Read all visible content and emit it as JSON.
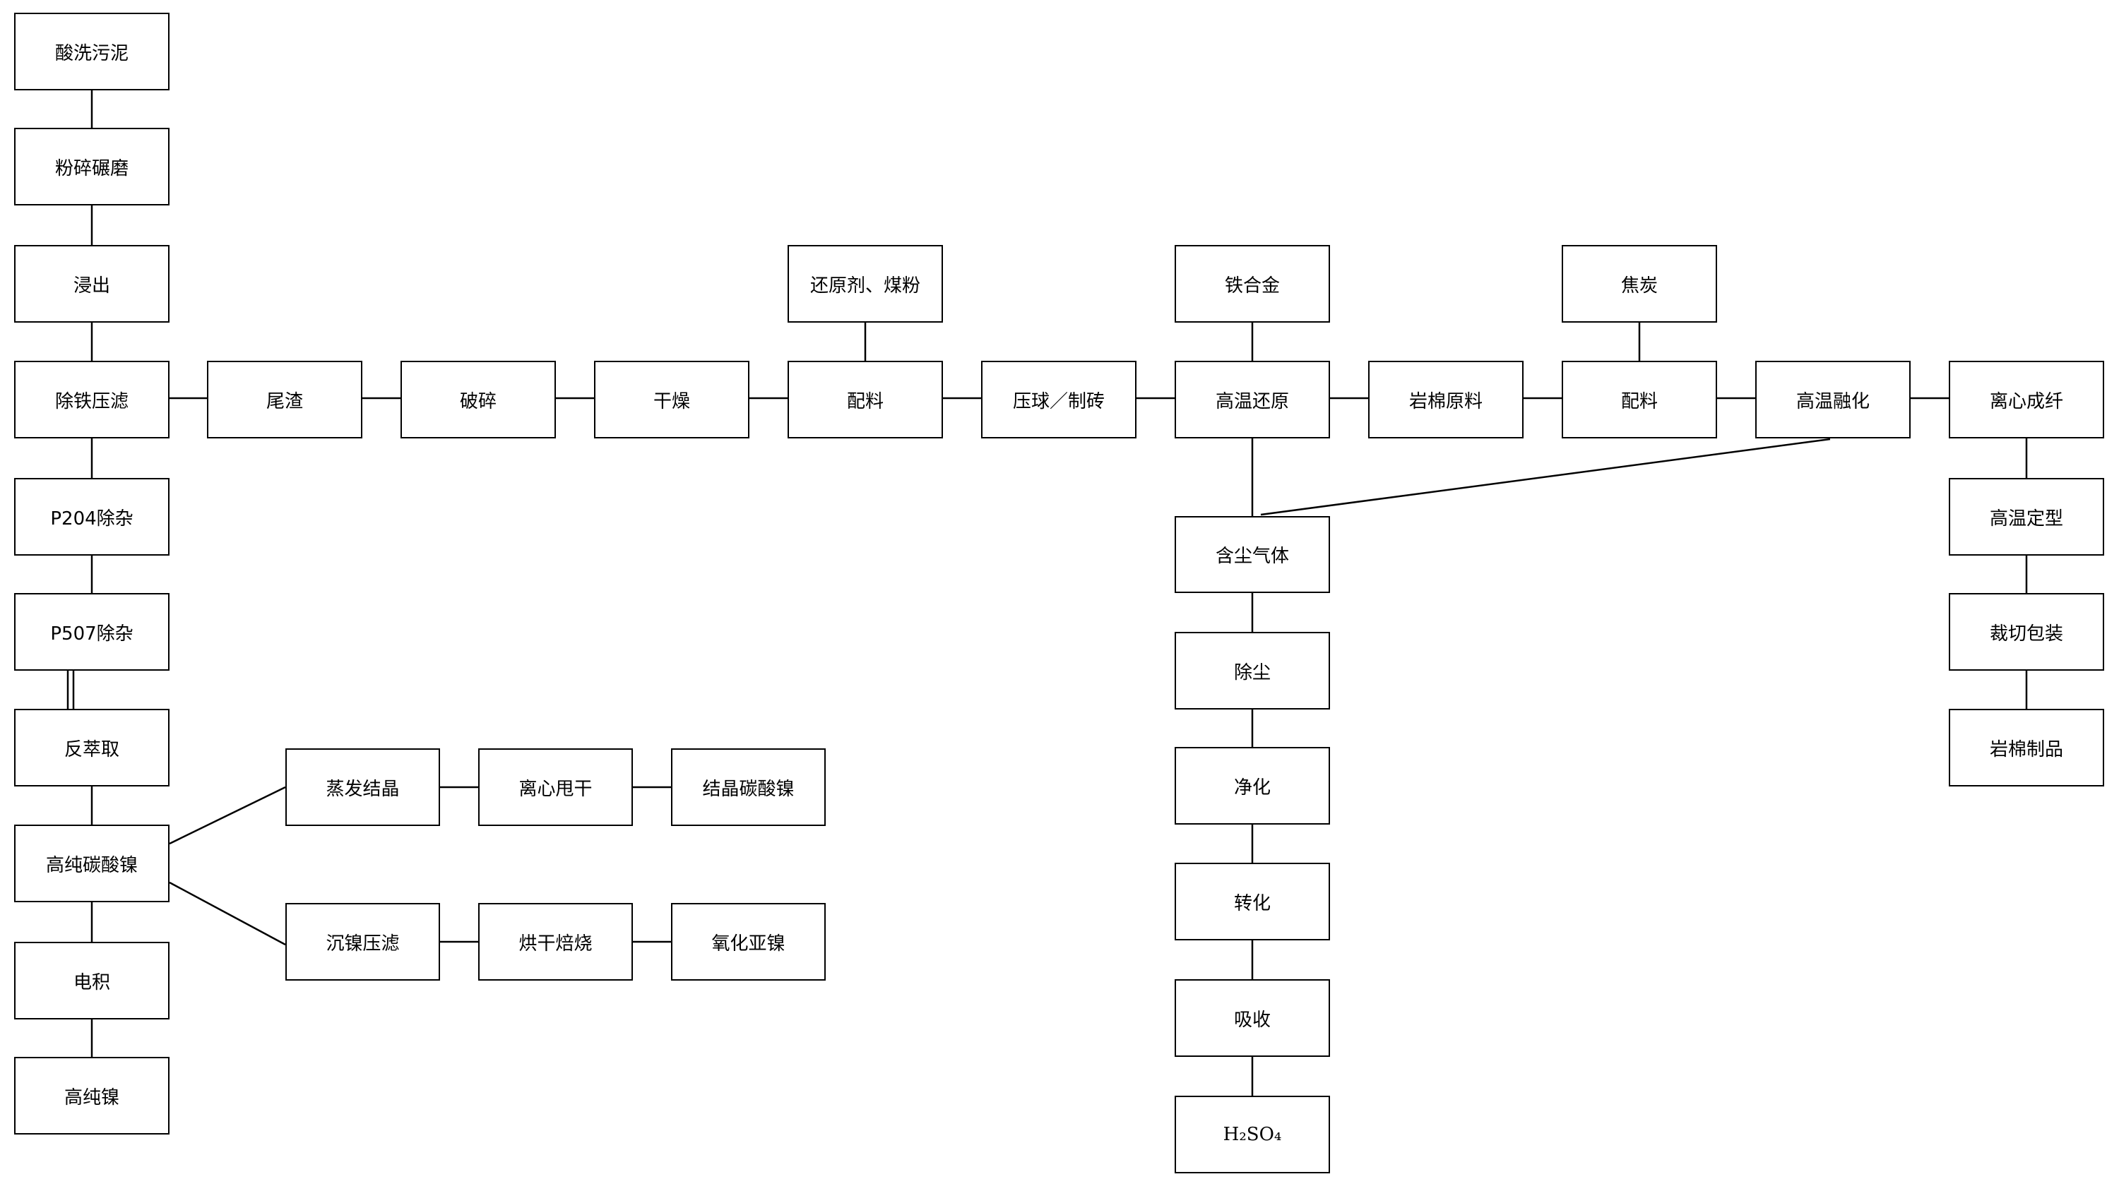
{
  "boxes": {
    "suanxi_wuni": "酸洗污泥",
    "fensui_qiumo": "粉碎碾磨",
    "jinchu": "浸出",
    "chutie_yalv": "除铁压滤",
    "p204": "P204除杂",
    "p507": "P507除杂",
    "fancuiqu": "反萃取",
    "gaochun_tansuannie": "高纯碳酸镍",
    "dianji": "电积",
    "gaochun_nie": "高纯镍",
    "zhengfa_jiejing": "蒸发结晶",
    "lixin_shuaigan": "离心甩干",
    "jiejing_tansuannie": "结晶碳酸镍",
    "chennie_yalv": "沉镍压滤",
    "honggan_beishao": "烘干焙烧",
    "yanghua_yanie": "氧化亚镍",
    "weizha": "尾渣",
    "posui": "破碎",
    "ganzao": "干燥",
    "huanyuanji_meifen": "还原剂、煤粉",
    "peiliao_1": "配料",
    "yaqiu_zhizhuan": "压球／制砖",
    "tiehejin": "铁合金",
    "gaowen_huanyuan": "高温还原",
    "hanchen_qiti": "含尘气体",
    "chuchen": "除尘",
    "jinghua": "净化",
    "zhuanhua": "转化",
    "xishou": "吸收",
    "h2so4": "H₂SO₄",
    "yanmian_yuanliao": "岩棉原料",
    "jiaotan": "焦炭",
    "peiliao_2": "配料",
    "gaowen_ronghua": "高温融化",
    "lixin_chengxian": "离心成纤",
    "gaowen_dingxing": "高温定型",
    "caiqie_baozhuang": "裁切包装",
    "yanmian_zhipin": "岩棉制品"
  }
}
